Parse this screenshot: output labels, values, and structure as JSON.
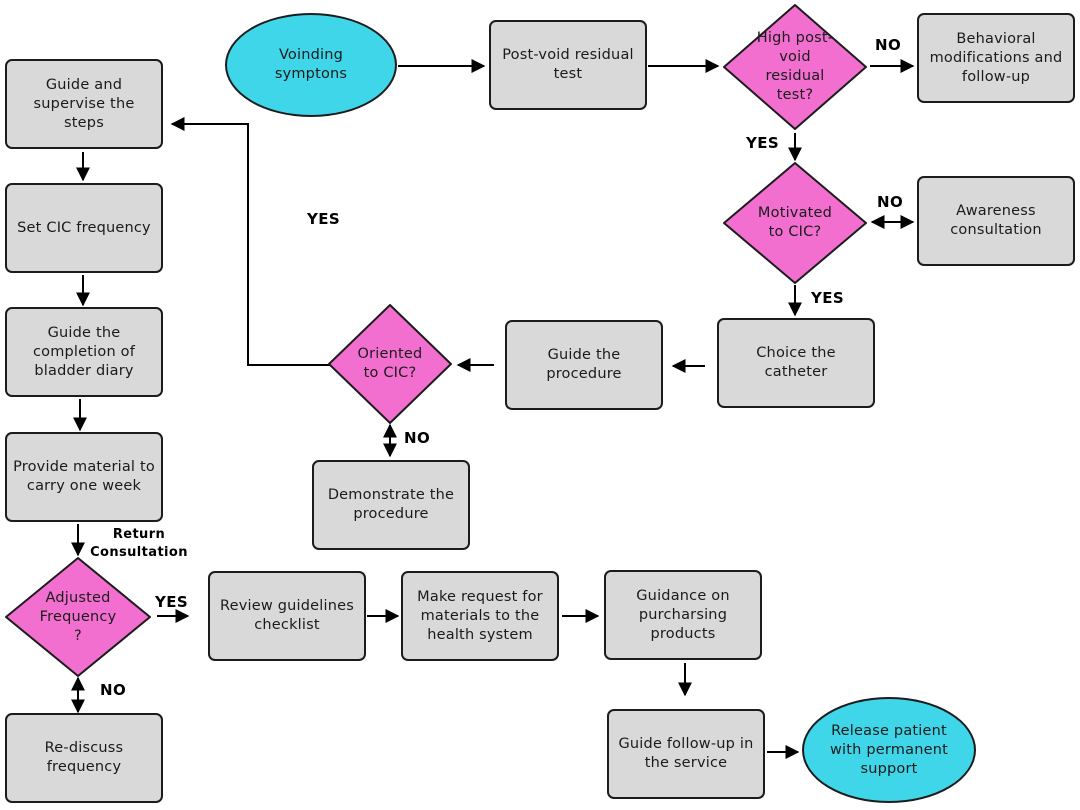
{
  "nodes": {
    "voiding": "Voinding symptons",
    "pvr_test": "Post-void residual test",
    "high_pvr": "High post-void residual test?",
    "behavioral": "Behavioral modifications and follow-up",
    "motivated": "Motivated to CIC?",
    "awareness": "Awareness consultation",
    "catheter": "Choice the catheter",
    "guide_proc": "Guide the procedure",
    "oriented": "Oriented to CIC?",
    "demonstrate": "Demonstrate the procedure",
    "guide_steps": "Guide and supervise the steps",
    "set_freq": "Set CIC frequency",
    "bladder_diary": "Guide the completion of bladder diary",
    "provide_material": "Provide material to carry one week",
    "adjusted": "Adjusted Frequency ?",
    "rediscuss": "Re-discuss frequency",
    "review": "Review guidelines checklist",
    "request": "Make request for materials to the health system",
    "purchasing": "Guidance on purcharsing products",
    "followup": "Guide follow-up in the service",
    "release": "Release patient with permanent support"
  },
  "labels": {
    "no_high": "NO",
    "yes_high": "YES",
    "no_motivated": "NO",
    "yes_motivated": "YES",
    "yes_oriented": "YES",
    "no_oriented": "NO",
    "return_consult": "Return Consultation",
    "yes_adjusted": "YES",
    "no_adjusted": "NO"
  },
  "colors": {
    "terminal": "#3ed6e8",
    "decision": "#f26fd0",
    "process": "#d9d9d9",
    "stroke": "#1c1c1c"
  }
}
